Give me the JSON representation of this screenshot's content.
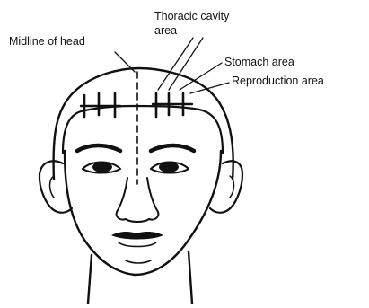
{
  "labels": {
    "midline": "Midline of head",
    "thoracic_line1": "Thoracic cavity",
    "thoracic_line2": "area",
    "stomach": "Stomach area",
    "reproduction": "Reproduction area"
  }
}
